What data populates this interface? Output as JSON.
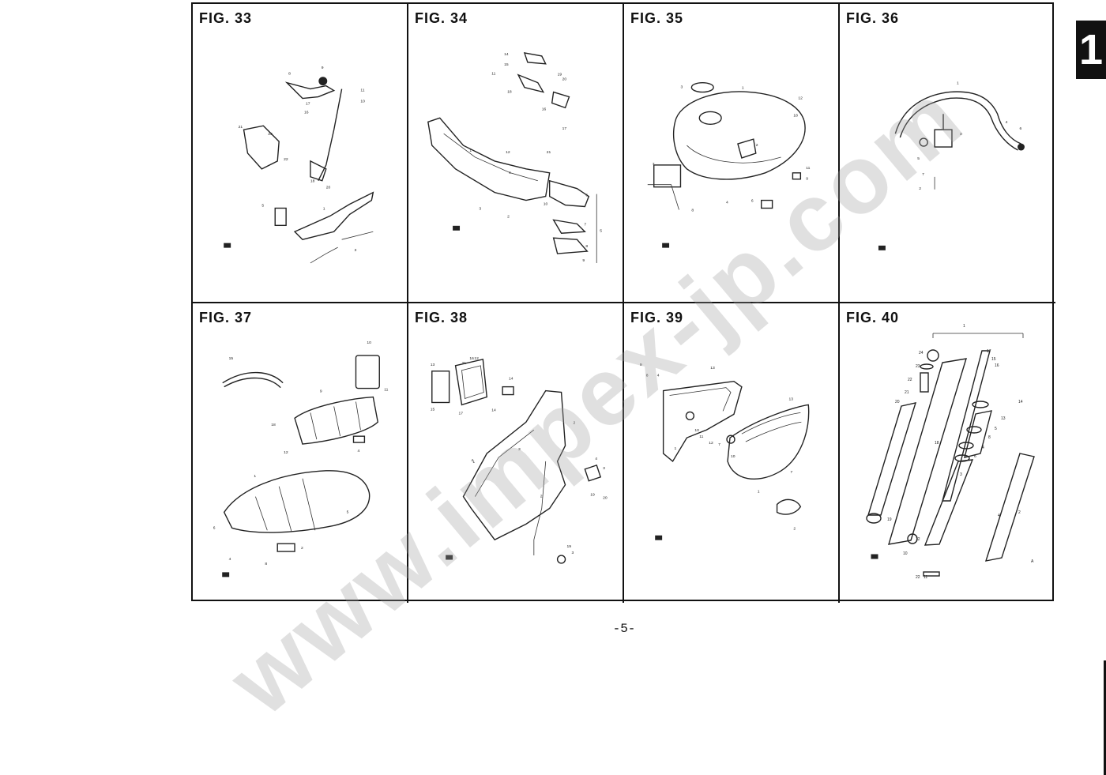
{
  "figures": [
    {
      "label": "FIG. 33"
    },
    {
      "label": "FIG. 34"
    },
    {
      "label": "FIG. 35"
    },
    {
      "label": "FIG. 36"
    },
    {
      "label": "FIG. 37"
    },
    {
      "label": "FIG. 38"
    },
    {
      "label": "FIG. 39"
    },
    {
      "label": "FIG. 40"
    }
  ],
  "page_number": "-5-",
  "section_tab": "1",
  "watermark": "www.impex-jp.com"
}
